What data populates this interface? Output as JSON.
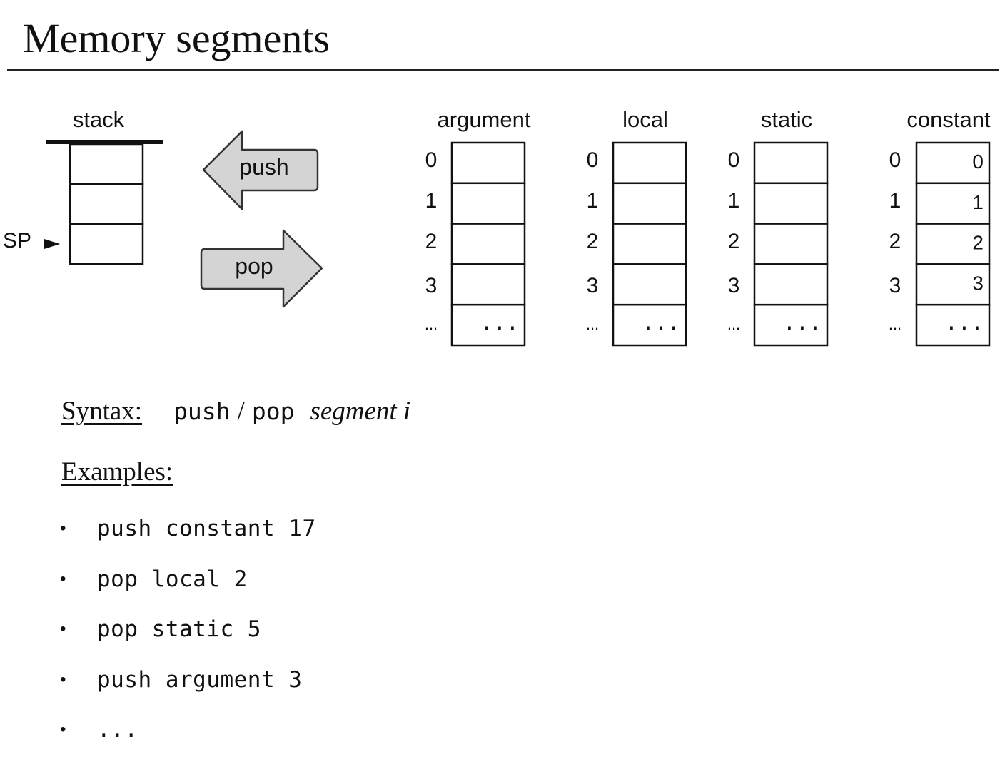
{
  "title": "Memory segments",
  "stack": {
    "label": "stack",
    "pointer_label": "SP"
  },
  "arrows": {
    "push_label": "push",
    "pop_label": "pop"
  },
  "segments": [
    {
      "name": "argument",
      "indices": [
        "0",
        "1",
        "2",
        "3",
        "..."
      ],
      "cells": [
        "",
        "",
        "",
        "",
        "..."
      ]
    },
    {
      "name": "local",
      "indices": [
        "0",
        "1",
        "2",
        "3",
        "..."
      ],
      "cells": [
        "",
        "",
        "",
        "",
        "..."
      ]
    },
    {
      "name": "static",
      "indices": [
        "0",
        "1",
        "2",
        "3",
        "..."
      ],
      "cells": [
        "",
        "",
        "",
        "",
        "..."
      ]
    },
    {
      "name": "constant",
      "indices": [
        "0",
        "1",
        "2",
        "3",
        "..."
      ],
      "cells": [
        "0",
        "1",
        "2",
        "3",
        "..."
      ]
    }
  ],
  "syntax": {
    "label": "Syntax:",
    "push": "push",
    "slash": "/",
    "pop": "pop",
    "args": "segment i"
  },
  "examples": {
    "label": "Examples:",
    "bullet": "•",
    "items": [
      "push constant 17",
      "pop local 2",
      "pop static 5",
      "push argument 3",
      "..."
    ]
  }
}
